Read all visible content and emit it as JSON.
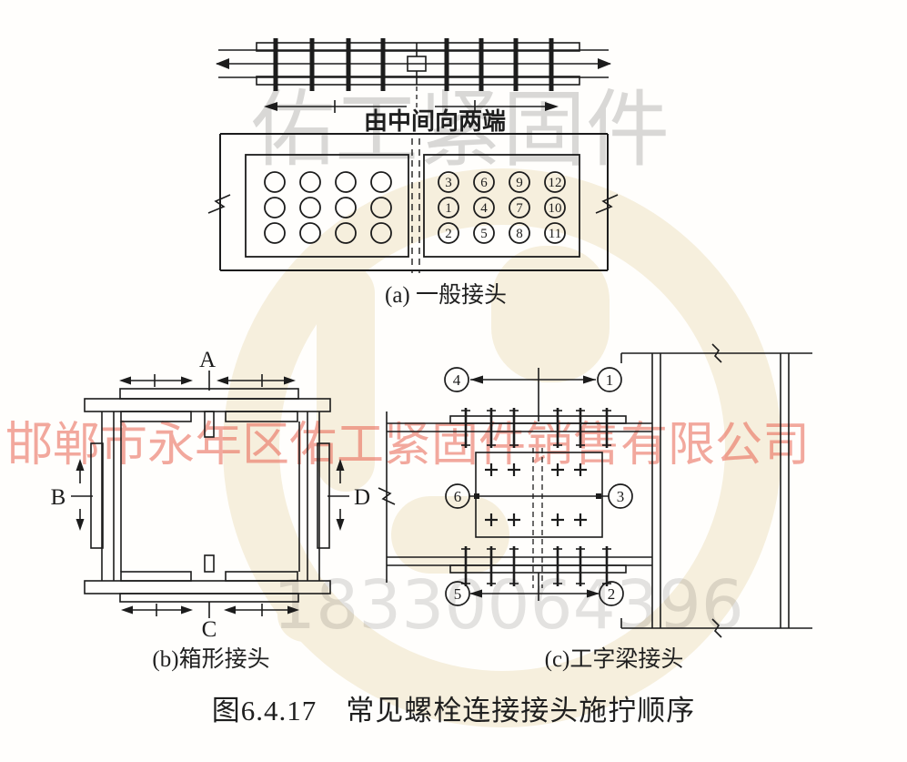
{
  "figure": {
    "caption": "图6.4.17　常见螺栓连接接头施拧顺序"
  },
  "diagram_a": {
    "caption": "(a) 一般接头",
    "direction_label": "由中间向两端",
    "seq": [
      "3",
      "6",
      "9",
      "12",
      "1",
      "4",
      "7",
      "10",
      "2",
      "5",
      "8",
      "11"
    ]
  },
  "diagram_b": {
    "caption": "(b)箱形接头",
    "labels": {
      "top": "A",
      "left": "B",
      "bottom": "C",
      "right": "D"
    }
  },
  "diagram_c": {
    "caption": "(c)工字梁接头",
    "seq": {
      "top_left": "4",
      "top_right": "1",
      "mid_left": "6",
      "mid_right": "3",
      "bot_left": "5",
      "bot_right": "2"
    }
  },
  "watermarks": {
    "brand_text": "佑工紧固件",
    "company_text": "邯郸市永年区佑工紧固件销售有限公司",
    "phone_text": "18330064396",
    "company_color": "#e8604e",
    "brand_gray": "#d9d9d9",
    "logo_cream": "#f6efdd",
    "line_color": "#1c1c1c"
  }
}
